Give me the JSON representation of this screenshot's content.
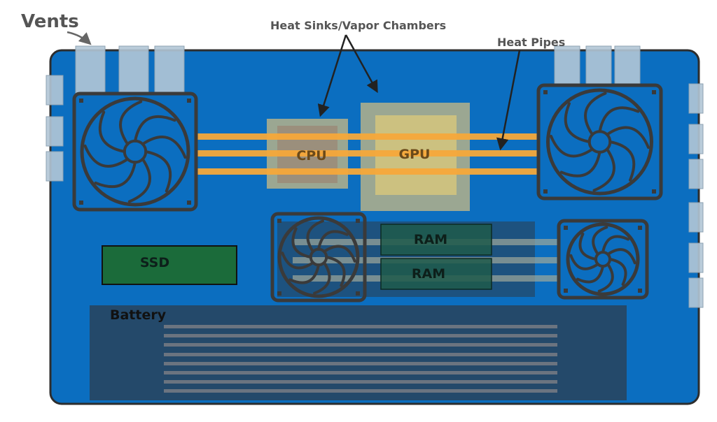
{
  "labels": {
    "vents": "Vents",
    "heat_sinks": "Heat Sinks/Vapor Chambers",
    "heat_pipes": "Heat Pipes",
    "cpu": "CPU",
    "gpu": "GPU",
    "ram_1": "RAM",
    "ram_2": "RAM",
    "ssd": "SSD",
    "battery": "Battery"
  },
  "colors": {
    "board": "#0b6ec0",
    "board_edge": "#2d2d2d",
    "vent": "#b3c6d6",
    "heat_pipe": "#f5a83a",
    "heat_sink": "#b5b28a",
    "fan_stroke": "#3a3a3a",
    "ssd": "#1b6b3a",
    "ram": "#1e5a4a",
    "battery": "#24496a",
    "battery_cell": "#6b7480",
    "label_dark": "#555555"
  },
  "icons": [
    "fan-icon",
    "arrow-icon"
  ]
}
